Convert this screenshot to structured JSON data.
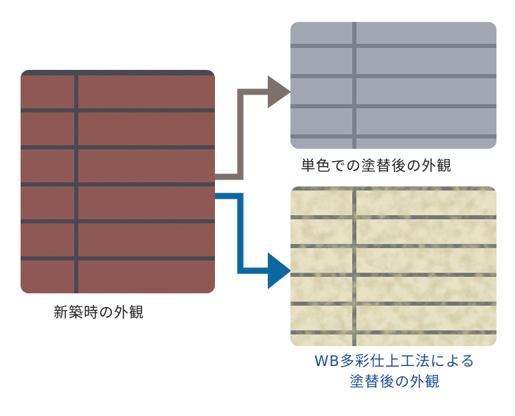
{
  "labels": {
    "new": "新築時の外観",
    "single_color": "単色での塗替後の外観",
    "wb_line1": "WB多彩仕上工法による",
    "wb_line2": "塗替後の外観"
  },
  "colors": {
    "brick": "#8a4f4a",
    "brick_grout": "#3e3e48",
    "gray_tile": "#a3a7b2",
    "gray_grout": "#7b808c",
    "wb_tile": "#e7e2c6",
    "wb_grout": "#73786f",
    "arrow_gray": "#7d716c",
    "arrow_blue": "#0b68a0",
    "wb_caption": "#1a4d9b"
  }
}
